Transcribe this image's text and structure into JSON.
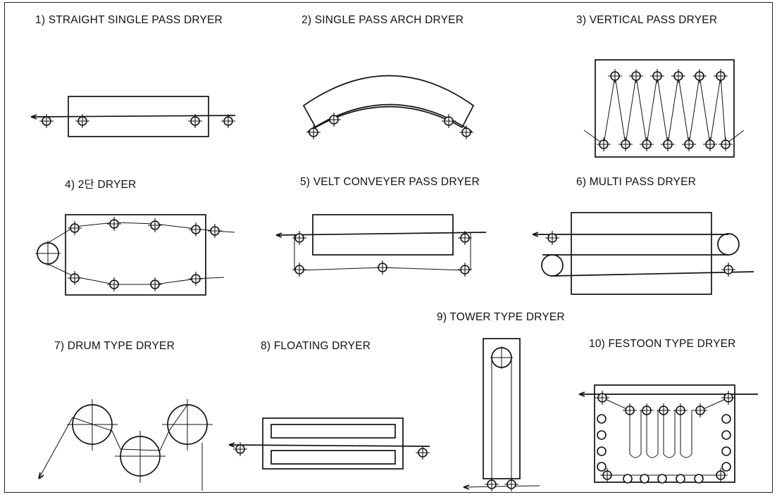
{
  "diagram": {
    "labels": [
      "1) STRAIGHT SINGLE PASS DRYER",
      "2) SINGLE PASS ARCH DRYER",
      "3) VERTICAL PASS DRYER",
      "4) 2단 DRYER",
      "5) VELT CONVEYER PASS DRYER",
      "6) MULTI PASS DRYER",
      "7) DRUM TYPE DRYER",
      "8) FLOATING DRYER",
      "9) TOWER TYPE DRYER",
      "10) FESTOON TYPE DRYER"
    ]
  }
}
